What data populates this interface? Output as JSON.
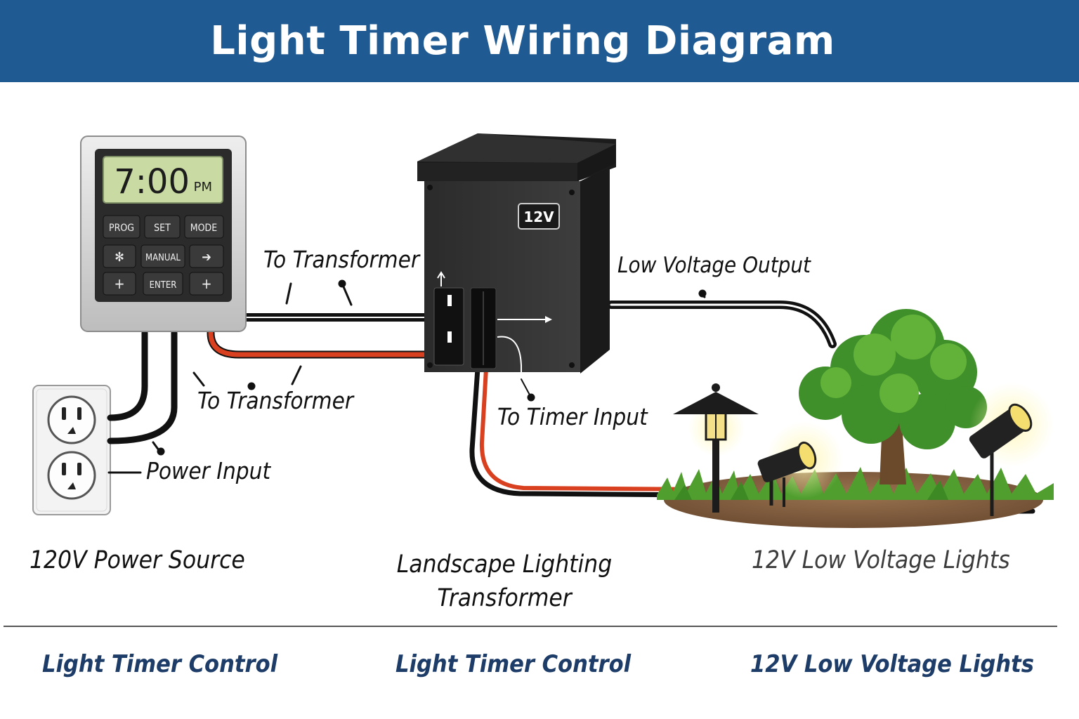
{
  "title": "Light Timer Wiring Diagram",
  "timer": {
    "display_time": "7:00",
    "display_period": "PM",
    "buttons": {
      "prog": "PROG",
      "set": "SET",
      "mode": "MODE",
      "snowflake": "✻",
      "manual": "MANUAL",
      "arrow": "➔",
      "plus_left": "+",
      "enter": "ENTER",
      "plus_right": "+"
    }
  },
  "transformer": {
    "badge": "12V"
  },
  "labels": {
    "to_transformer_top": "To Transformer",
    "to_transformer_bottom": "To Transformer",
    "power_input": "Power Input",
    "low_voltage_output": "Low Voltage Output",
    "to_timer_input": "To Timer Input"
  },
  "sections": {
    "power_source": "120V Power Source",
    "transformer_line1": "Landscape Lighting",
    "transformer_line2": "Transformer",
    "lights": "12V Low Voltage Lights"
  },
  "footer": {
    "left": "Light Timer Control",
    "center": "Light Timer Control",
    "right": "12V Low Voltage Lights"
  },
  "colors": {
    "header": "#1f5a92",
    "footer_text": "#1d3c68",
    "wire_red": "#d9401f",
    "wire_black": "#111111",
    "lcd": "#c9dba2"
  }
}
